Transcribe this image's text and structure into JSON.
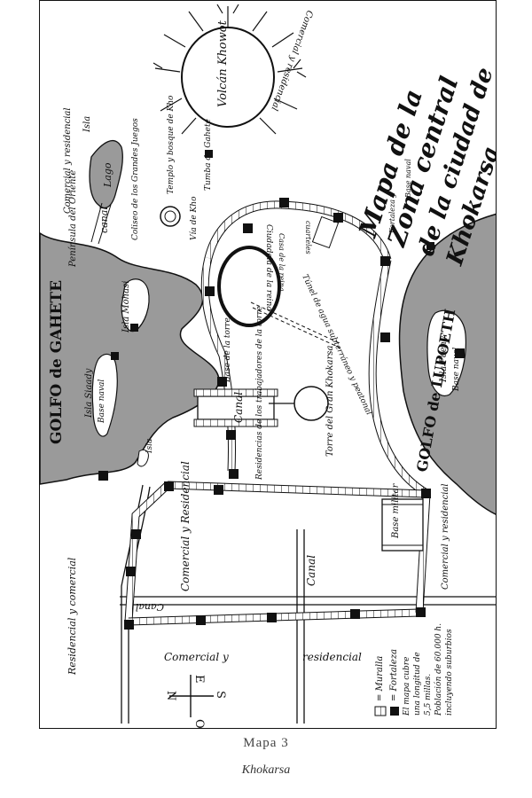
{
  "map": {
    "title_lines": [
      "Mapa de la",
      "Zona central",
      "de la ciudad de",
      "Khokarsa"
    ],
    "water": {
      "gulf_west": "GOLFO de GAHETE",
      "gulf_east": "GOLFO de LUPOETH"
    },
    "labels": {
      "volcano": "Volcán Khowot",
      "com_res_ne": "Comercial y residencial",
      "com_res_nw": "Comercial y residencial",
      "isla_nw": "Isla",
      "lago": "Lago",
      "peninsula": "Península del Oriente",
      "canal_n": "canal",
      "coliseo": "Coliseo de los Grandes Juegos",
      "templo": "Templo y bosque de Kho",
      "tumba": "Tumba de Gahete",
      "via_de_kho": "Vía de Kho",
      "cuarteles": "cuarteles",
      "base_naval_ne": "Base naval",
      "fortaleza": "Fortaleza y",
      "isla_mohasi": "Isla Mohasi",
      "isla_siaady": "Isla Siaady",
      "base_naval_siaady": "Base naval",
      "isla_w": "Isla",
      "isla_poehy": "Isla Poehy",
      "base_naval_poehy": "Base naval",
      "ciudadela": "Ciudadela de la reina",
      "casa_ciudadela": "Casa de la reina",
      "tunel": "Túnel de agua subterráneo y peatonal",
      "base_umbilical": "Base de la torre",
      "canal_centro": "Canal",
      "residencias": "Residencias de los trabajadores de la torre",
      "torre": "Torre del Gran Khokarsa",
      "base_militar": "Base militar",
      "com_res_w": "Comercial y Residencial",
      "com_res_e": "Comercial y residencial",
      "canal_s": "Canal",
      "canal_main": "Canal",
      "res_com_w": "Residencial y comercial",
      "com_y_res_s1": "Comercial y",
      "com_y_res_s2": "residencial"
    },
    "compass": {
      "n": "N",
      "s": "S",
      "e": "E",
      "o": "O"
    },
    "legend": {
      "muralla": "= Muralla",
      "fortaleza": "= Fortaleza",
      "note_lines": [
        "El mapa cubre",
        "una longitud de",
        "5,5 millas.",
        "Población de 60.000 h.",
        "incluyendo suburbios"
      ]
    }
  },
  "caption": {
    "title": "Mapa 3",
    "subtitle": "Khokarsa"
  }
}
